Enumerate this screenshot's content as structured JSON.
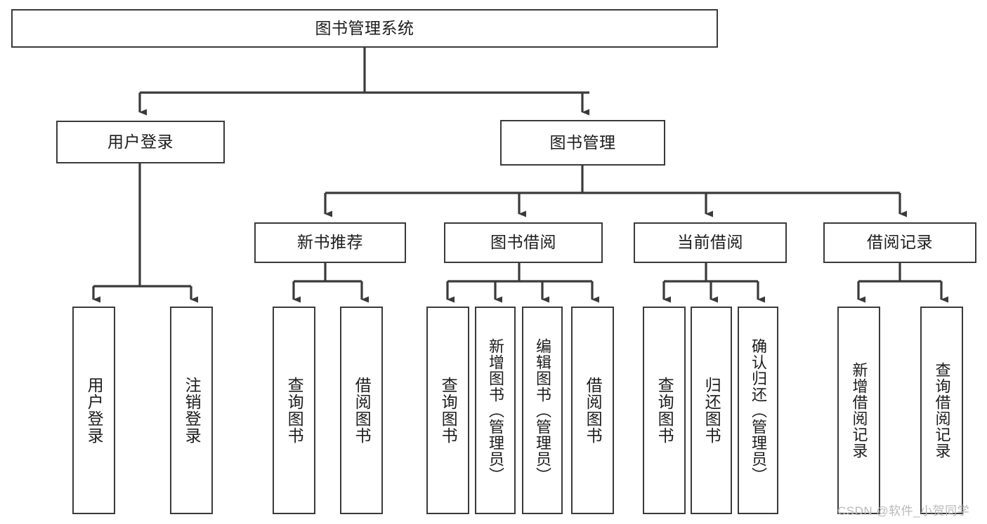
{
  "diagram": {
    "title": "图书管理系统",
    "type": "tree-hierarchy-chart",
    "watermark": "CSDN @软件_小贺同学",
    "colors": {
      "node_border": "#3a3a3a",
      "node_fill": "#ffffff",
      "connector": "#3a3a3a",
      "text": "#1c1c1c",
      "watermark": "#b9b9b9",
      "background": "#ffffff"
    },
    "nodes": {
      "root": {
        "label": "图书管理系统"
      },
      "level1": [
        {
          "id": "user-login",
          "label": "用户登录"
        },
        {
          "id": "book-manage",
          "label": "图书管理"
        }
      ],
      "level2": [
        {
          "id": "new-book-recommend",
          "label": "新书推荐"
        },
        {
          "id": "book-borrow",
          "label": "图书借阅"
        },
        {
          "id": "current-borrow",
          "label": "当前借阅"
        },
        {
          "id": "borrow-record",
          "label": "借阅记录"
        }
      ],
      "leaves": {
        "user_login": [
          {
            "id": "leaf-user-login",
            "label": "用户登录"
          },
          {
            "id": "leaf-logout-login",
            "label": "注销登录"
          }
        ],
        "new_book_recommend": [
          {
            "id": "leaf-query-book-1",
            "label": "查询图书"
          },
          {
            "id": "leaf-borrow-book-1",
            "label": "借阅图书"
          }
        ],
        "book_borrow": [
          {
            "id": "leaf-query-book-2",
            "label": "查询图书"
          },
          {
            "id": "leaf-add-book",
            "label": "新增图书（管理员）"
          },
          {
            "id": "leaf-edit-book",
            "label": "编辑图书（管理员）"
          },
          {
            "id": "leaf-borrow-book-2",
            "label": "借阅图书"
          }
        ],
        "current_borrow": [
          {
            "id": "leaf-query-book-3",
            "label": "查询图书"
          },
          {
            "id": "leaf-return-book",
            "label": "归还图书"
          },
          {
            "id": "leaf-confirm-return",
            "label": "确认归还（管理员）"
          }
        ],
        "borrow_record": [
          {
            "id": "leaf-add-borrow-record",
            "label": "新增借阅记录"
          },
          {
            "id": "leaf-query-borrow-record",
            "label": "查询借阅记录"
          }
        ]
      }
    }
  }
}
